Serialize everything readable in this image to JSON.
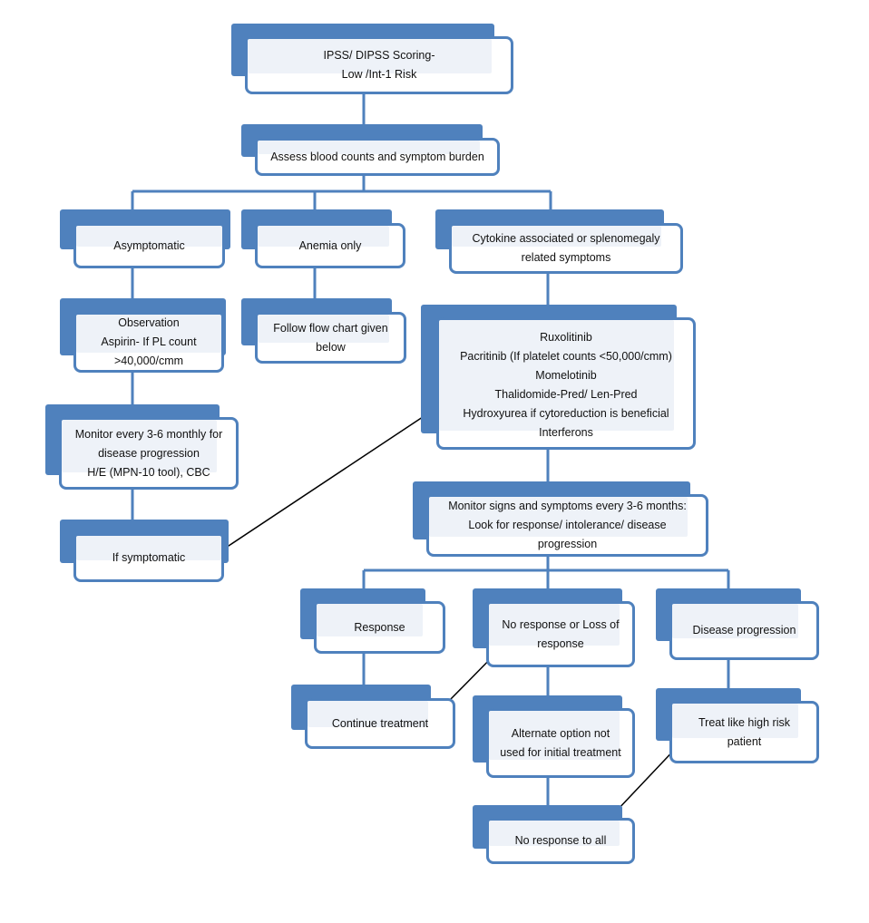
{
  "colors": {
    "accent": "#4f81bd",
    "connector": "#2f5f93",
    "arrow": "#000000",
    "fill": "#ffffff"
  },
  "nodes": {
    "ipss": [
      "IPSS/ DIPSS Scoring-",
      "Low /Int-1 Risk"
    ],
    "assess": [
      "Assess blood counts and symptom burden"
    ],
    "asymptomatic": [
      "Asymptomatic"
    ],
    "anemia": [
      "Anemia only"
    ],
    "cytokine": [
      "Cytokine associated or splenomegaly",
      "related symptoms"
    ],
    "observation": [
      "Observation",
      "Aspirin- If PL count",
      ">40,000/cmm"
    ],
    "follow_chart": [
      "Follow flow chart given",
      "below"
    ],
    "treatments": [
      "Ruxolitinib",
      "Pacritinib (If platelet counts <50,000/cmm)",
      "Momelotinib",
      "Thalidomide-Pred/ Len-Pred",
      "Hydroxyurea if cytoreduction is beneficial",
      "Interferons"
    ],
    "monitor_progress": [
      "Monitor every 3-6 monthly for",
      "disease progression",
      "H/E (MPN-10 tool), CBC"
    ],
    "monitor_signs": [
      "Monitor signs and symptoms every 3-6 months:",
      "Look for response/ intolerance/ disease",
      "progression"
    ],
    "if_symptomatic": [
      "If symptomatic"
    ],
    "response": [
      "Response"
    ],
    "no_response": [
      "No response or Loss of",
      "response"
    ],
    "disease_progression": [
      "Disease progression"
    ],
    "continue_treatment": [
      "Continue treatment"
    ],
    "alternate_option": [
      "Alternate option not",
      "used for initial treatment"
    ],
    "treat_high_risk": [
      "Treat like high risk",
      "patient"
    ],
    "no_response_all": [
      "No response to all"
    ]
  }
}
